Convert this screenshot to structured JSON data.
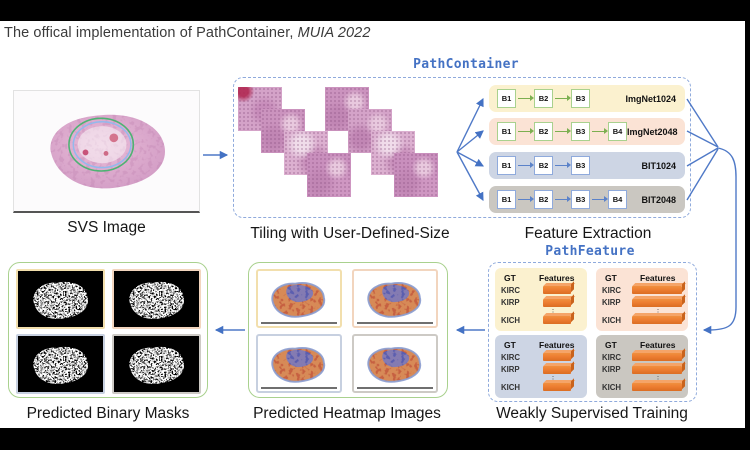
{
  "frame": {
    "title_prefix": "The offical implementation of PathContainer, ",
    "title_venue": "MUIA 2022"
  },
  "stages": {
    "svs": {
      "label": "SVS Image"
    },
    "tiling": {
      "label": "Tiling with User-Defined-Size"
    },
    "feature_extraction": {
      "label": "Feature Extraction"
    },
    "training": {
      "label": "Weakly Supervised Training"
    },
    "heatmaps": {
      "label": "Predicted Heatmap Images"
    },
    "masks": {
      "label": "Predicted Binary Masks"
    }
  },
  "path_container": {
    "title": "PathContainer",
    "backbones": [
      {
        "name": "ImgNet1024",
        "blocks": [
          "B1",
          "B2",
          "B3"
        ]
      },
      {
        "name": "ImgNet2048",
        "blocks": [
          "B1",
          "B2",
          "B3",
          "B4"
        ]
      },
      {
        "name": "BIT1024",
        "blocks": [
          "B1",
          "B2",
          "B3"
        ]
      },
      {
        "name": "BIT2048",
        "blocks": [
          "B1",
          "B2",
          "B3",
          "B4"
        ]
      }
    ]
  },
  "path_feature": {
    "title": "PathFeature",
    "gt_header": "GT",
    "features_header": "Features",
    "classes": [
      "KIRC",
      "KIRP",
      "KICH"
    ],
    "ellipsis": "⋮"
  },
  "colors": {
    "arrow_blue": "#4472C4",
    "dashed_border_blue": "#8FAADC",
    "mono_title_blue": "#4472C4",
    "green_border": "#A9D18E",
    "bag_yellow": "#FBF1CF",
    "bag_peach": "#FBE3D5",
    "bag_bluegray": "#CDD5E4",
    "bag_gray": "#CAC7C1",
    "block_border_green": "#A9D18E",
    "block_border_blue": "#8FAADC",
    "feature_bar_orange": "#ED7D31"
  }
}
